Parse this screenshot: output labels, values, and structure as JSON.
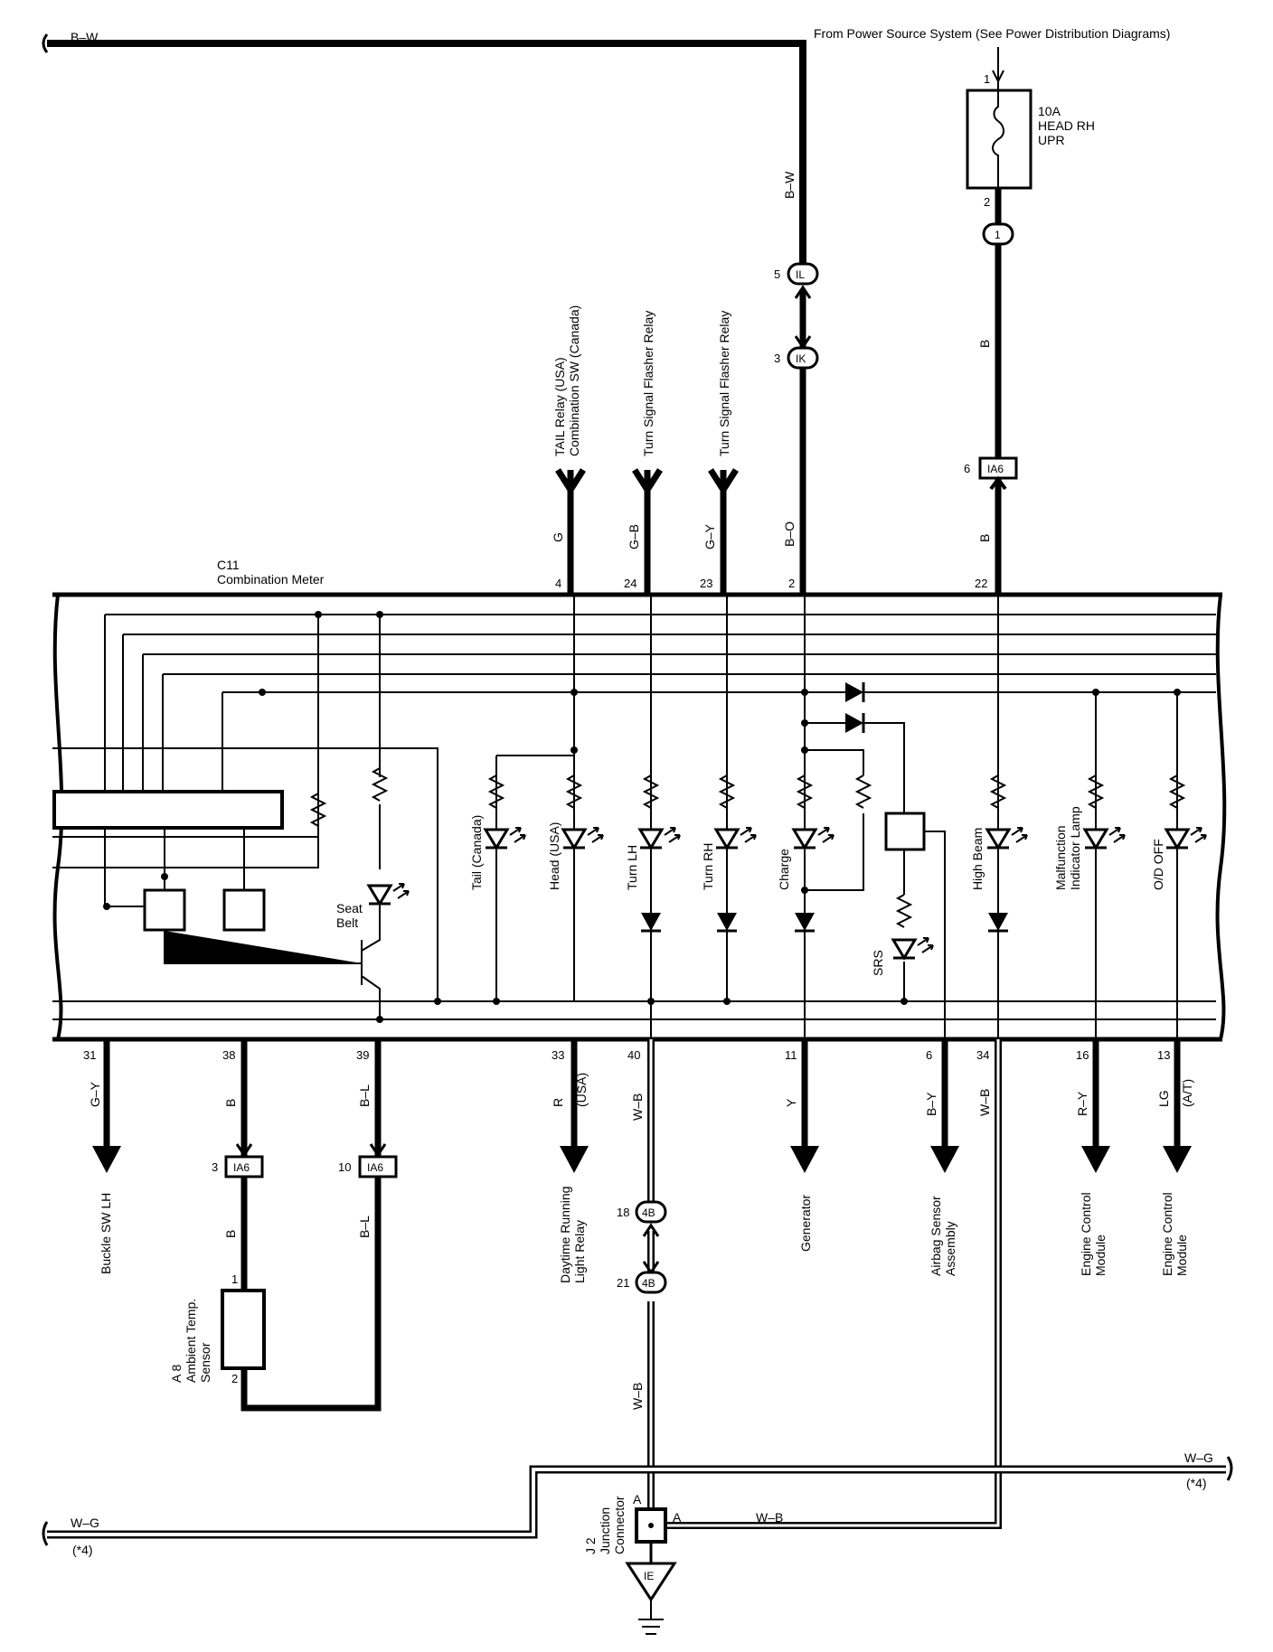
{
  "header": {
    "power_source": "From Power Source System (See Power Distribution Diagrams)"
  },
  "fuse": {
    "pin_in": "1",
    "pin_out": "2",
    "label_line1": "10A",
    "label_line2": "HEAD RH",
    "label_line3": "UPR"
  },
  "connectors": {
    "one": "1",
    "il": "IL",
    "il_pin": "5",
    "ik": "IK",
    "ik_pin": "3",
    "ia6": "IA6",
    "ia6_top_pin": "6",
    "ia6_left_pin": "3",
    "ia6_mid_pin": "10",
    "c4b": "4B",
    "c4b_top_pin": "18",
    "c4b_bot_pin": "21",
    "ie": "IE"
  },
  "wires": {
    "bw": "B–W",
    "b": "B",
    "g": "G",
    "gb": "G–B",
    "gy": "G–Y",
    "bo": "B–O",
    "bl": "B–L",
    "r": "R",
    "wb": "W–B",
    "y": "Y",
    "by": "B–Y",
    "ry": "R–Y",
    "lg": "LG",
    "wg": "W–G"
  },
  "notes": {
    "usa": "(USA)",
    "at": "(A/T)",
    "star4": "(*4)"
  },
  "top_destinations": {
    "tail_relay_line1": "TAIL Relay (USA)",
    "tail_relay_line2": "Combination SW (Canada)",
    "turn_flasher": "Turn Signal Flasher Relay"
  },
  "meter": {
    "id": "C11",
    "name": "Combination Meter",
    "top_pins": [
      "4",
      "24",
      "23",
      "2",
      "22"
    ],
    "bottom_pins": [
      "31",
      "38",
      "39",
      "33",
      "40",
      "11",
      "6",
      "34",
      "16",
      "13"
    ],
    "lamps": {
      "tail": "Tail (Canada)",
      "head": "Head (USA)",
      "turn_lh": "Turn LH",
      "turn_rh": "Turn RH",
      "charge": "Charge",
      "high_beam": "High Beam",
      "mil_line1": "Malfunction",
      "mil_line2": "Indicator Lamp",
      "od_off": "O/D OFF",
      "seat_line1": "Seat",
      "seat_line2": "Belt",
      "srs": "SRS"
    }
  },
  "bottom_destinations": {
    "buckle": "Buckle SW LH",
    "drl_line1": "Daytime Running",
    "drl_line2": "Light Relay",
    "generator": "Generator",
    "airbag_line1": "Airbag Sensor",
    "airbag_line2": "Assembly",
    "ecm_line1": "Engine Control",
    "ecm_line2": "Module"
  },
  "sensor": {
    "id": "A 8",
    "line1": "Ambient Temp.",
    "line2": "Sensor",
    "pin1": "1",
    "pin2": "2"
  },
  "junction": {
    "id": "J 2",
    "line1": "Junction",
    "line2": "Connector",
    "pin": "A"
  }
}
